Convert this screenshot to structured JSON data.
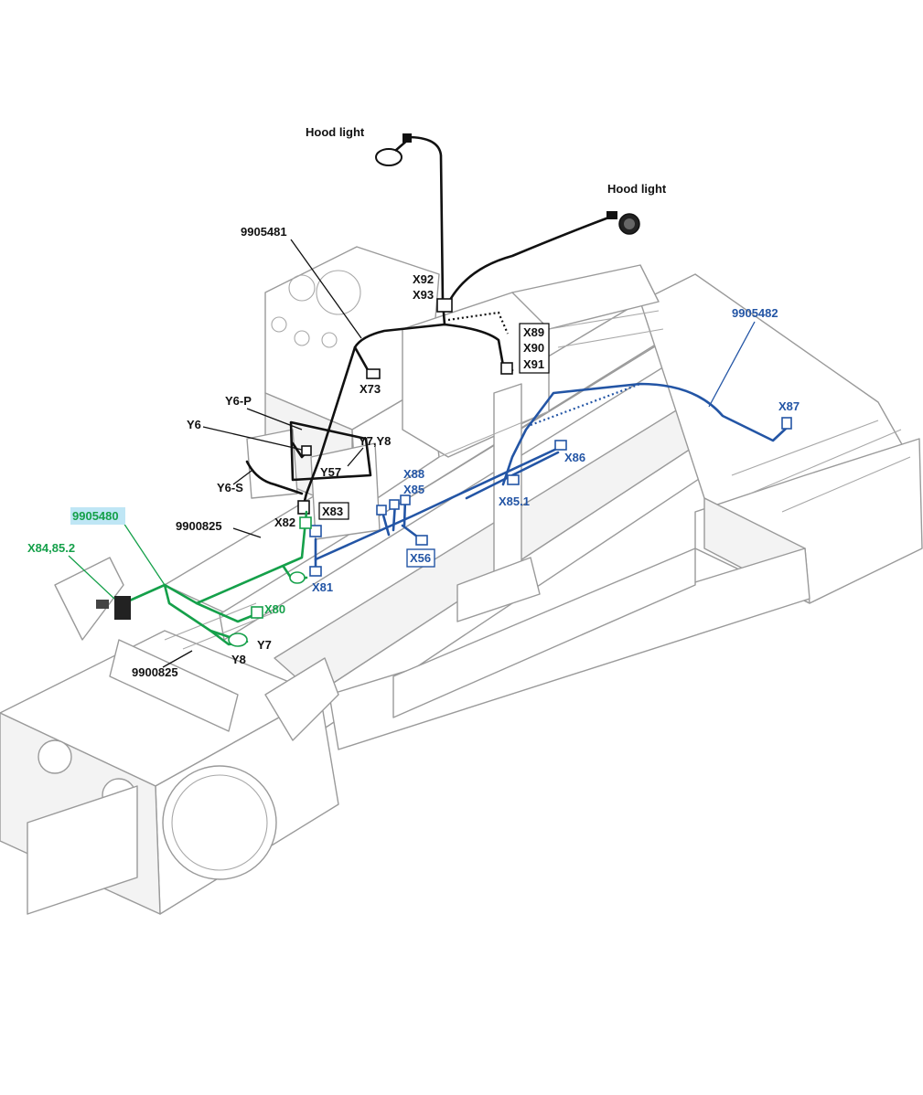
{
  "colors": {
    "black_harness": "#111111",
    "blue_harness": "#2355a5",
    "green_harness": "#15a04a",
    "frame_line": "#9a9a9a",
    "highlight": "#bfe6f5"
  },
  "labels": {
    "hood_light_left": "Hood light",
    "hood_light_right": "Hood light",
    "h_9905481": "9905481",
    "h_9905482": "9905482",
    "h_9905480": "9905480",
    "h_9900825_a": "9900825",
    "h_9900825_b": "9900825",
    "x92": "X92",
    "x93": "X93",
    "x89": "X89",
    "x90": "X90",
    "x91": "X91",
    "x73": "X73",
    "x87": "X87",
    "x86": "X86",
    "x88": "X88",
    "x85": "X85",
    "x85_1": "X85.1",
    "x56": "X56",
    "x83": "X83",
    "x82": "X82",
    "x81": "X81",
    "x80": "X80",
    "x84_85_2": "X84,85.2",
    "y6_p": "Y6-P",
    "y6": "Y6",
    "y6_s": "Y6-S",
    "y7_y8_combo": "Y7,Y8",
    "y57": "Y57",
    "y7": "Y7",
    "y8": "Y8"
  }
}
